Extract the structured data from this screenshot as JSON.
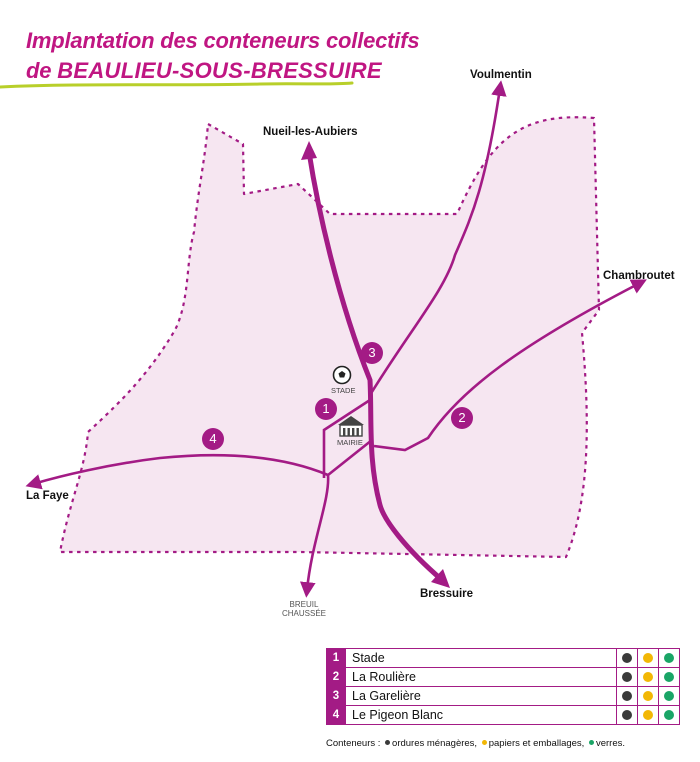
{
  "title": {
    "line1": "Implantation des conteneurs collectifs",
    "line2_prefix": "de ",
    "line2_town": "BEAULIEU-SOUS-BRESSUIRE"
  },
  "places": {
    "voulmentin": "Voulmentin",
    "nueil": "Nueil-les-Aubiers",
    "chambroutet": "Chambroutet",
    "la_faye": "La Faye",
    "bressuire": "Bressuire",
    "breuil_line1": "BREUIL",
    "breuil_line2": "CHAUSSÉE"
  },
  "landmarks": {
    "stade": "STADE",
    "mairie": "MAIRIE",
    "stade_icon": "football-icon",
    "mairie_icon": "town-hall-icon"
  },
  "sites": [
    {
      "number": "1",
      "name": "Stade",
      "ordures": true,
      "papiers": true,
      "verres": true
    },
    {
      "number": "2",
      "name": "La Roulière",
      "ordures": true,
      "papiers": true,
      "verres": true
    },
    {
      "number": "3",
      "name": "La Garelière",
      "ordures": true,
      "papiers": true,
      "verres": true
    },
    {
      "number": "4",
      "name": "Le Pigeon Blanc",
      "ordures": true,
      "papiers": true,
      "verres": true
    }
  ],
  "legend_note": {
    "prefix": "Conteneurs :",
    "ordures": "ordures ménagères,",
    "papiers": "papiers et emballages,",
    "verres": "verres."
  },
  "colors": {
    "magenta": "#a31b85",
    "title": "#c01682",
    "commune_fill": "#f6e6f1",
    "accent_green": "#b8cf2a",
    "ordures_dot": "#3a3a3a",
    "papiers_dot": "#f2b705",
    "verres_dot": "#1aa566"
  }
}
